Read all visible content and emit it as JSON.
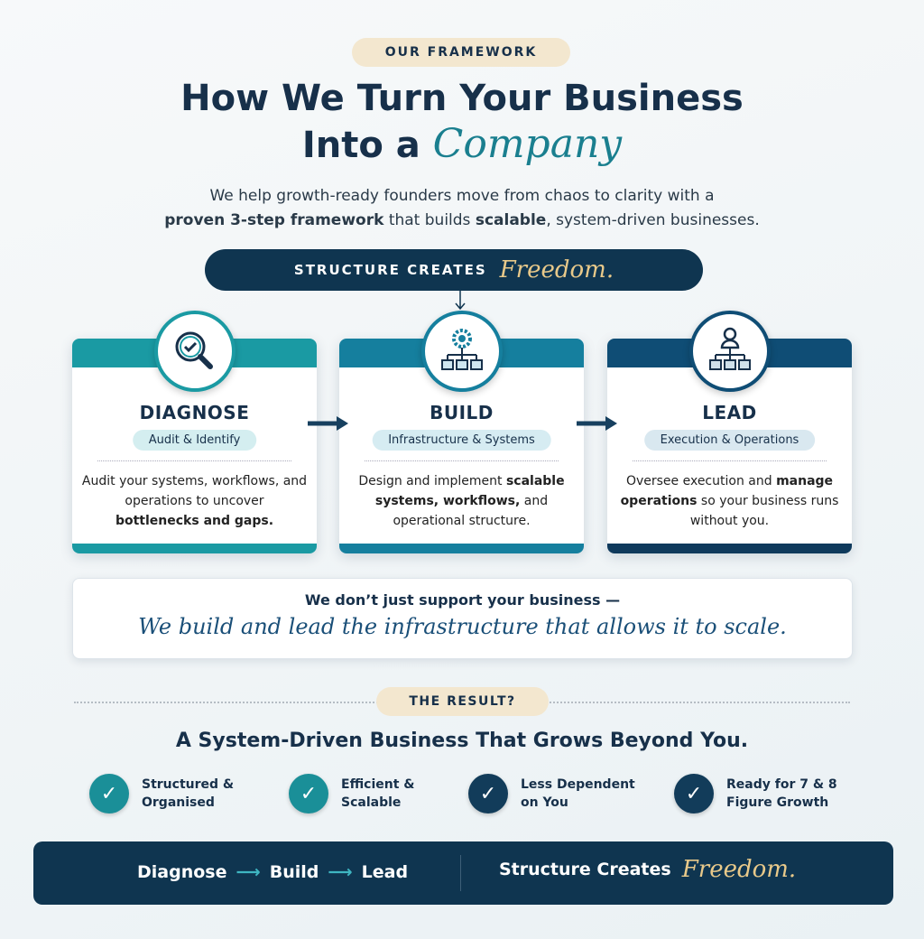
{
  "header": {
    "eyebrow": "OUR FRAMEWORK",
    "title_line1": "How We Turn Your Business",
    "title_line2_prefix": "Into a",
    "title_line2_script": "Company",
    "subtitle_line1": "We help growth-ready founders move from chaos to clarity with a",
    "subtitle_bold1": "proven 3-step framework",
    "subtitle_mid": " that builds ",
    "subtitle_bold2": "scalable",
    "subtitle_end": ", system-driven businesses."
  },
  "banner": {
    "text": "STRUCTURE CREATES",
    "script": "Freedom."
  },
  "steps": [
    {
      "title": "DIAGNOSE",
      "tag": "Audit & Identify",
      "desc_pre": "Audit your systems, workflows, and operations to uncover ",
      "desc_bold": "bottlenecks and gaps.",
      "desc_post": "",
      "icon": "magnifier-check-icon",
      "color": "#1a9aa3"
    },
    {
      "title": "BUILD",
      "tag": "Infrastructure & Systems",
      "desc_pre": "Design and implement ",
      "desc_bold": "scalable systems, workflows,",
      "desc_post": " and operational structure.",
      "icon": "gear-hierarchy-icon",
      "color": "#157f9e"
    },
    {
      "title": "LEAD",
      "tag": "Execution & Operations",
      "desc_pre": "Oversee execution and ",
      "desc_bold": "manage operations",
      "desc_post": " so your business runs without you.",
      "icon": "person-hierarchy-icon",
      "color": "#0f4d75"
    }
  ],
  "quote": {
    "line1": "We don’t just support your business —",
    "line2": "We build and lead the infrastructure that allows it to scale."
  },
  "result": {
    "pill": "THE RESULT?",
    "heading": "A System-Driven Business That Grows Beyond You.",
    "items": [
      {
        "l1": "Structured &",
        "l2": "Organised",
        "color": "#1a8f98"
      },
      {
        "l1": "Efficient &",
        "l2": "Scalable",
        "color": "#1a8f98"
      },
      {
        "l1": "Less Dependent",
        "l2": "on You",
        "color": "#123c5a"
      },
      {
        "l1": "Ready for 7 & 8",
        "l2": "Figure Growth",
        "color": "#123c5a"
      }
    ]
  },
  "footer": {
    "step1": "Diagnose",
    "step2": "Build",
    "step3": "Lead",
    "tagline": "Structure Creates",
    "script": "Freedom."
  }
}
